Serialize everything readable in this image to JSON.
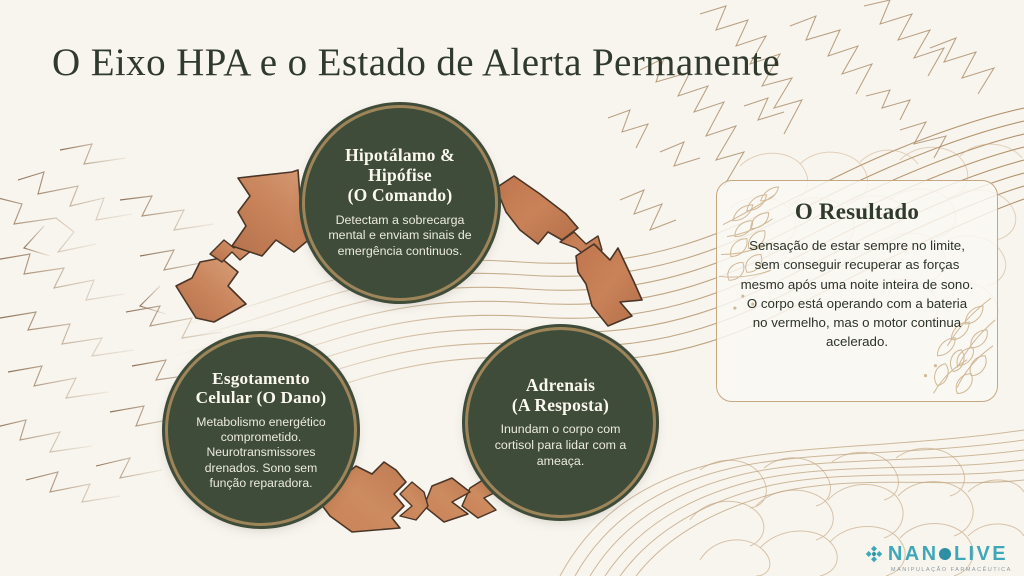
{
  "slide": {
    "title": "O Eixo HPA e o Estado de Alerta Permanente",
    "background_color": "#f8f5ef",
    "accent_green": "#3f4c3a",
    "accent_gold": "#9d8559",
    "accent_terracotta": "#c27b52"
  },
  "cycle": {
    "nodes": [
      {
        "id": "hipotalamo-hipofise",
        "title_line1": "Hipotálamo &",
        "title_line2": "Hipófise",
        "title_line3": "(O Comando)",
        "description": "Detectam a sobrecarga mental e enviam sinais de emergência continuos."
      },
      {
        "id": "adrenais",
        "title_line1": "Adrenais",
        "title_line2": "(A Resposta)",
        "title_line3": "",
        "description": "Inundam o corpo com cortisol para lidar com a ameaça."
      },
      {
        "id": "esgotamento-celular",
        "title_line1": "Esgotamento",
        "title_line2": "Celular (O Dano)",
        "title_line3": "",
        "description": "Metabolismo energético comprometido. Neurotransmissores drenados. Sono sem função reparadora."
      }
    ],
    "arrows": [
      {
        "id": "arrow-esgotamento-to-hipotalamo",
        "direction": "up-right",
        "style": "broken"
      },
      {
        "id": "arrow-hipotalamo-to-adrenais",
        "direction": "down-right",
        "style": "broken"
      },
      {
        "id": "arrow-adrenais-to-esgotamento",
        "direction": "left",
        "style": "broken"
      }
    ]
  },
  "result_panel": {
    "title": "O Resultado",
    "body": "Sensação de estar sempre no limite, sem conseguir recuperar as forças mesmo após uma noite inteira de sono. O corpo está operando com a bateria no vermelho, mas o motor continua acelerado."
  },
  "logo": {
    "part1": "NAN",
    "part2": "LIVE",
    "tagline": "MANIPULAÇÃO FARMACÊUTICA",
    "color": "#3fa8b8"
  }
}
